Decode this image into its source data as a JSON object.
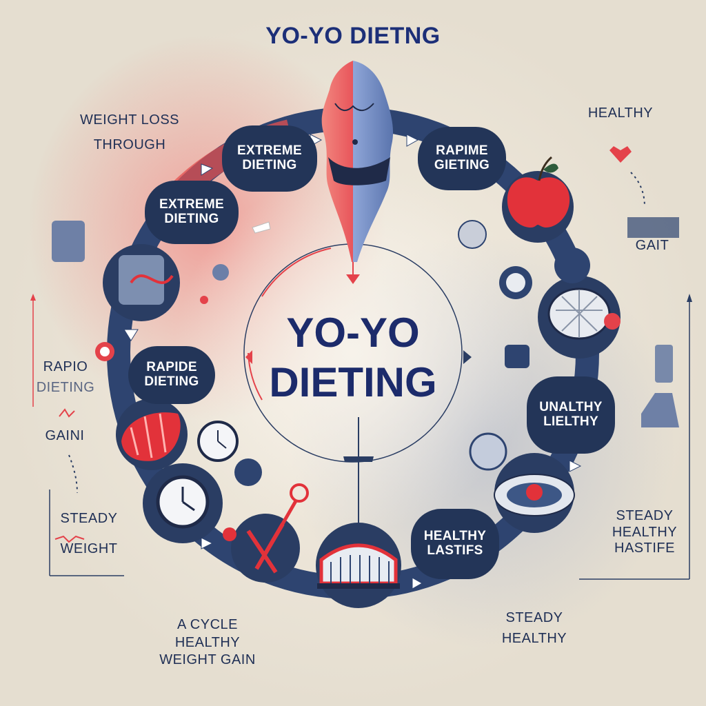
{
  "title": "YO-YO DIETNG",
  "center": {
    "line1": "YO-YO",
    "line2": "DIETING"
  },
  "bubbles": {
    "extreme_top": [
      "EXTREME",
      "DIETING"
    ],
    "extreme_left": [
      "EXTREME",
      "DIETING"
    ],
    "rapide": [
      "RAPIDE",
      "DIETING"
    ],
    "rapime": [
      "RAPIME",
      "GIETING"
    ],
    "unalthy": [
      "UNALTHY",
      "LIELTHY"
    ],
    "healthy_lastifs": [
      "HEALTHY",
      "LASTIFS"
    ]
  },
  "side_labels": {
    "weight_loss": [
      "WEIGHT LOSS",
      "THROUGH"
    ],
    "rapid": [
      "RAPIO",
      "DIETING"
    ],
    "gain_left": "GAINI",
    "steady_weight": [
      "STEADY",
      "WEIGHT"
    ],
    "cycle": [
      "A CYCLE",
      "HEALTHY",
      "WEIGHT GAIN"
    ],
    "steady_healthy_bottom": [
      "STEADY",
      "HEALTHY"
    ],
    "steady_healthy_hastife": [
      "STEADY",
      "HEALTHY",
      "HASTIFE"
    ],
    "healthy_top_right": "HEALTHY",
    "gait": "GAIT"
  },
  "colors": {
    "ring": "#2e4470",
    "bubble": "#233558",
    "accent": "#e4424a",
    "text": "#1f2f55"
  },
  "icons": [
    "body-silhouette-icon",
    "apple-icon",
    "scale-icon",
    "clock-icon",
    "bowl-icon",
    "pan-icon",
    "meat-icon",
    "shopping-bag-icon",
    "dumbbell-icon",
    "pill-icon",
    "plate-icon",
    "mirror-icon"
  ]
}
